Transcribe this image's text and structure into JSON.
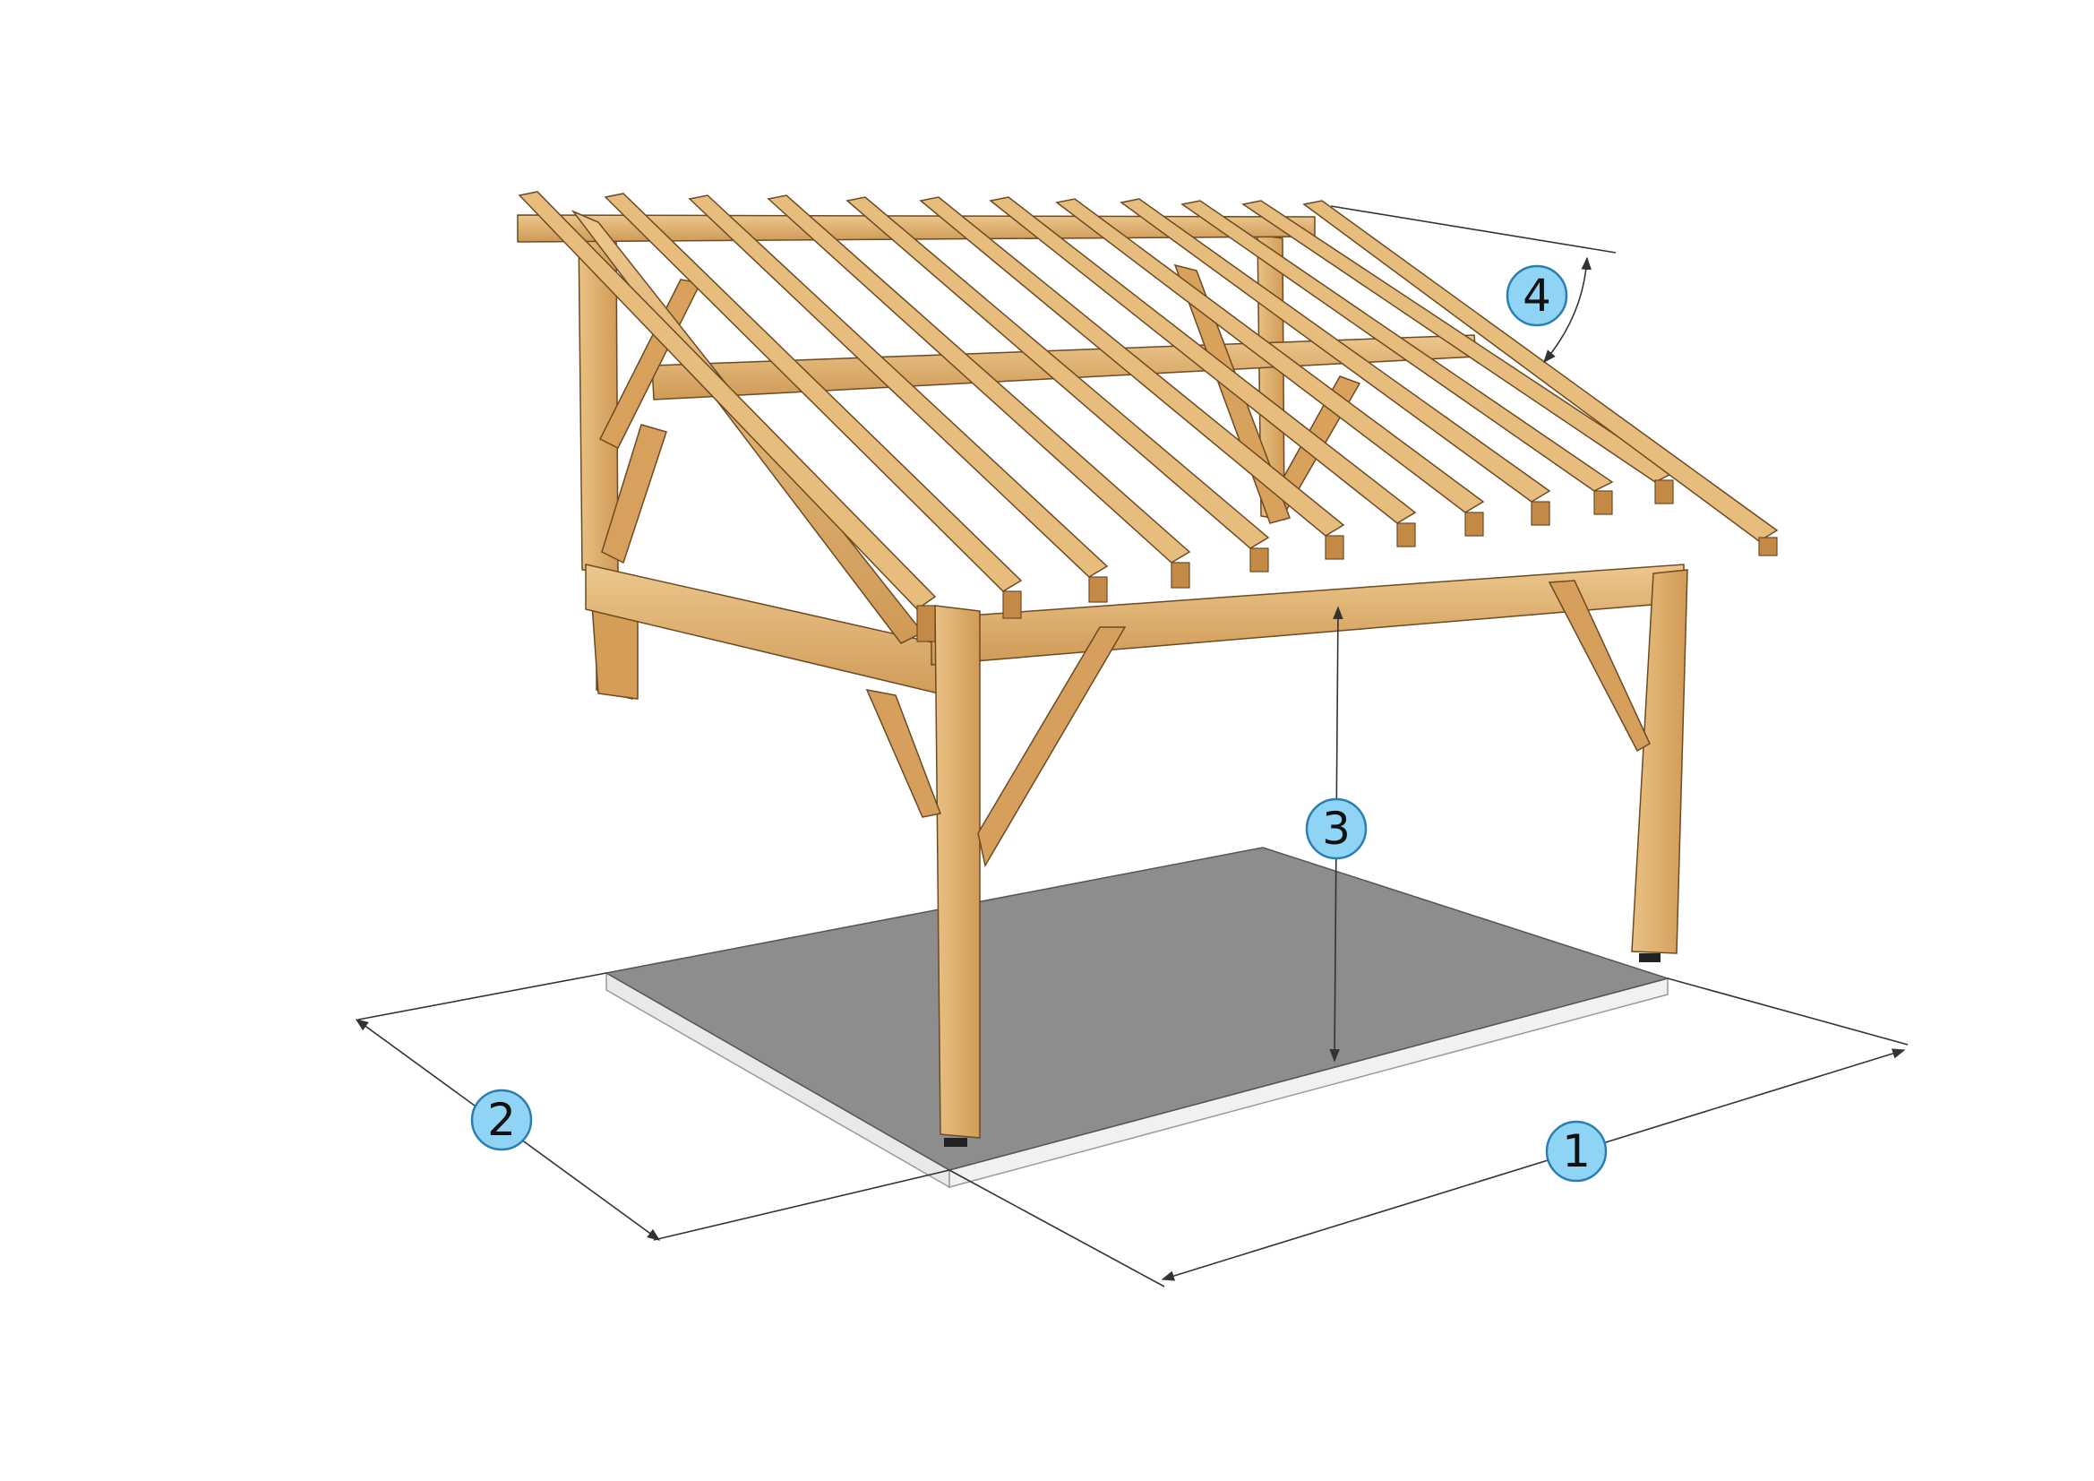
{
  "diagram": {
    "callouts": [
      {
        "id": "1",
        "label": "1"
      },
      {
        "id": "2",
        "label": "2"
      },
      {
        "id": "3",
        "label": "3"
      },
      {
        "id": "4",
        "label": "4"
      }
    ]
  },
  "colors": {
    "timber_light": "#e8bd7d",
    "timber_mid": "#d9a460",
    "timber_dark": "#b98545",
    "timber_edge": "#6b4a24",
    "slab_top": "#8d8d8d",
    "slab_side": "#e9e9e9",
    "dimension_line": "#333333",
    "callout_fill": "#8fd3f5",
    "callout_stroke": "#2a7fb0"
  }
}
